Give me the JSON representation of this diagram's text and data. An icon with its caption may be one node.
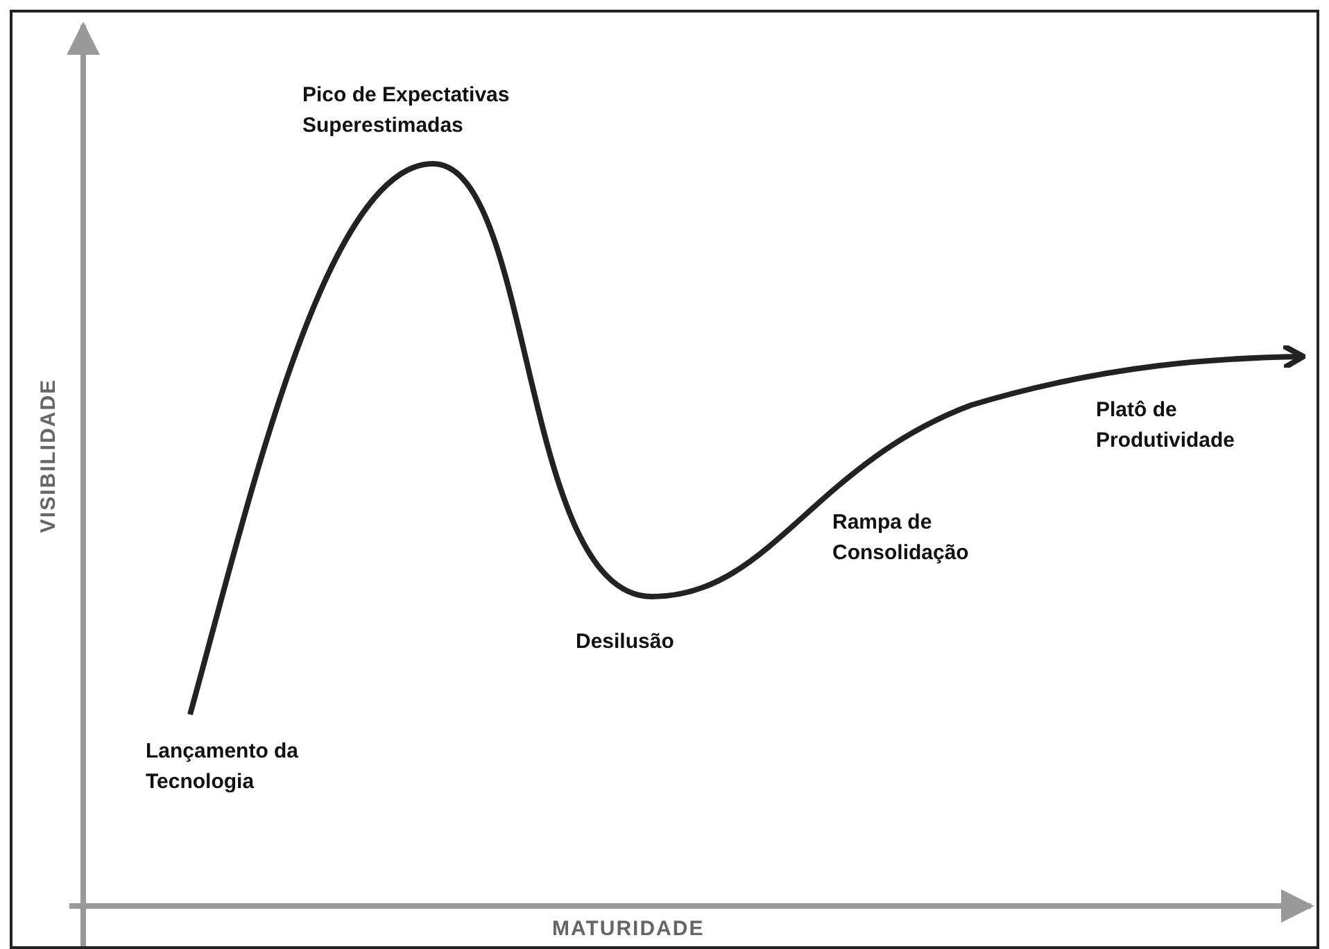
{
  "diagram": {
    "labels": [
      "Pico de Expectativas Superestimadas",
      "Platô de Produtividade",
      "Rampa de Consolidação",
      "Desilusão",
      "Lançamento da Tecnologia",
      "VISIBILIDADE",
      "MATURIDADE"
    ]
  }
}
